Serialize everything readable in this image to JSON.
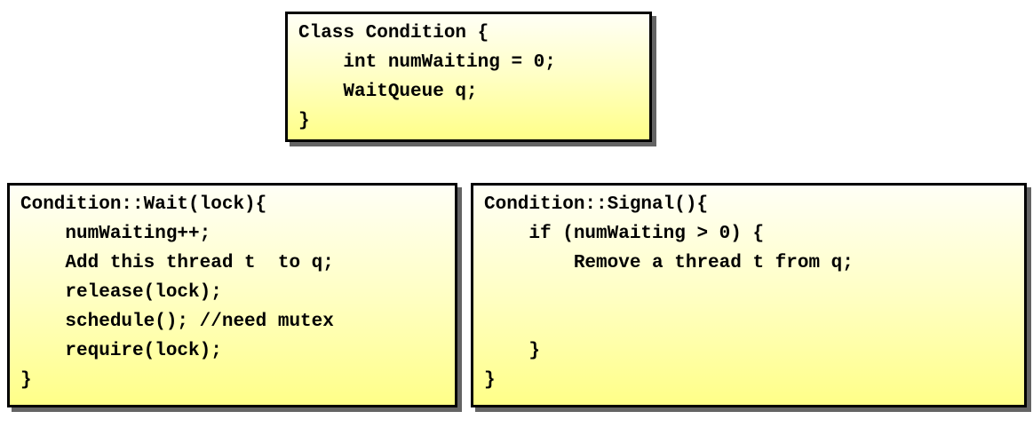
{
  "colors": {
    "page_bg": "#ffffff",
    "box_fill_top": "#fffff6",
    "box_fill_mid": "#ffffc4",
    "box_fill_bottom": "#ffff88",
    "border": "#000000",
    "shadow": "#646464",
    "text": "#000000"
  },
  "class_box": {
    "lines": [
      "Class Condition {",
      "    int numWaiting = 0;",
      "    WaitQueue q;",
      "}"
    ]
  },
  "wait_box": {
    "lines": [
      "Condition::Wait(lock){",
      "    numWaiting++;",
      "    Add this thread t  to q;",
      "    release(lock);",
      "    schedule(); //need mutex",
      "    require(lock);",
      "}"
    ]
  },
  "signal_box": {
    "lines": [
      "Condition::Signal(){",
      "    if (numWaiting > 0) {",
      "        Remove a thread t from q;",
      " ",
      " ",
      "    }",
      "}"
    ]
  }
}
